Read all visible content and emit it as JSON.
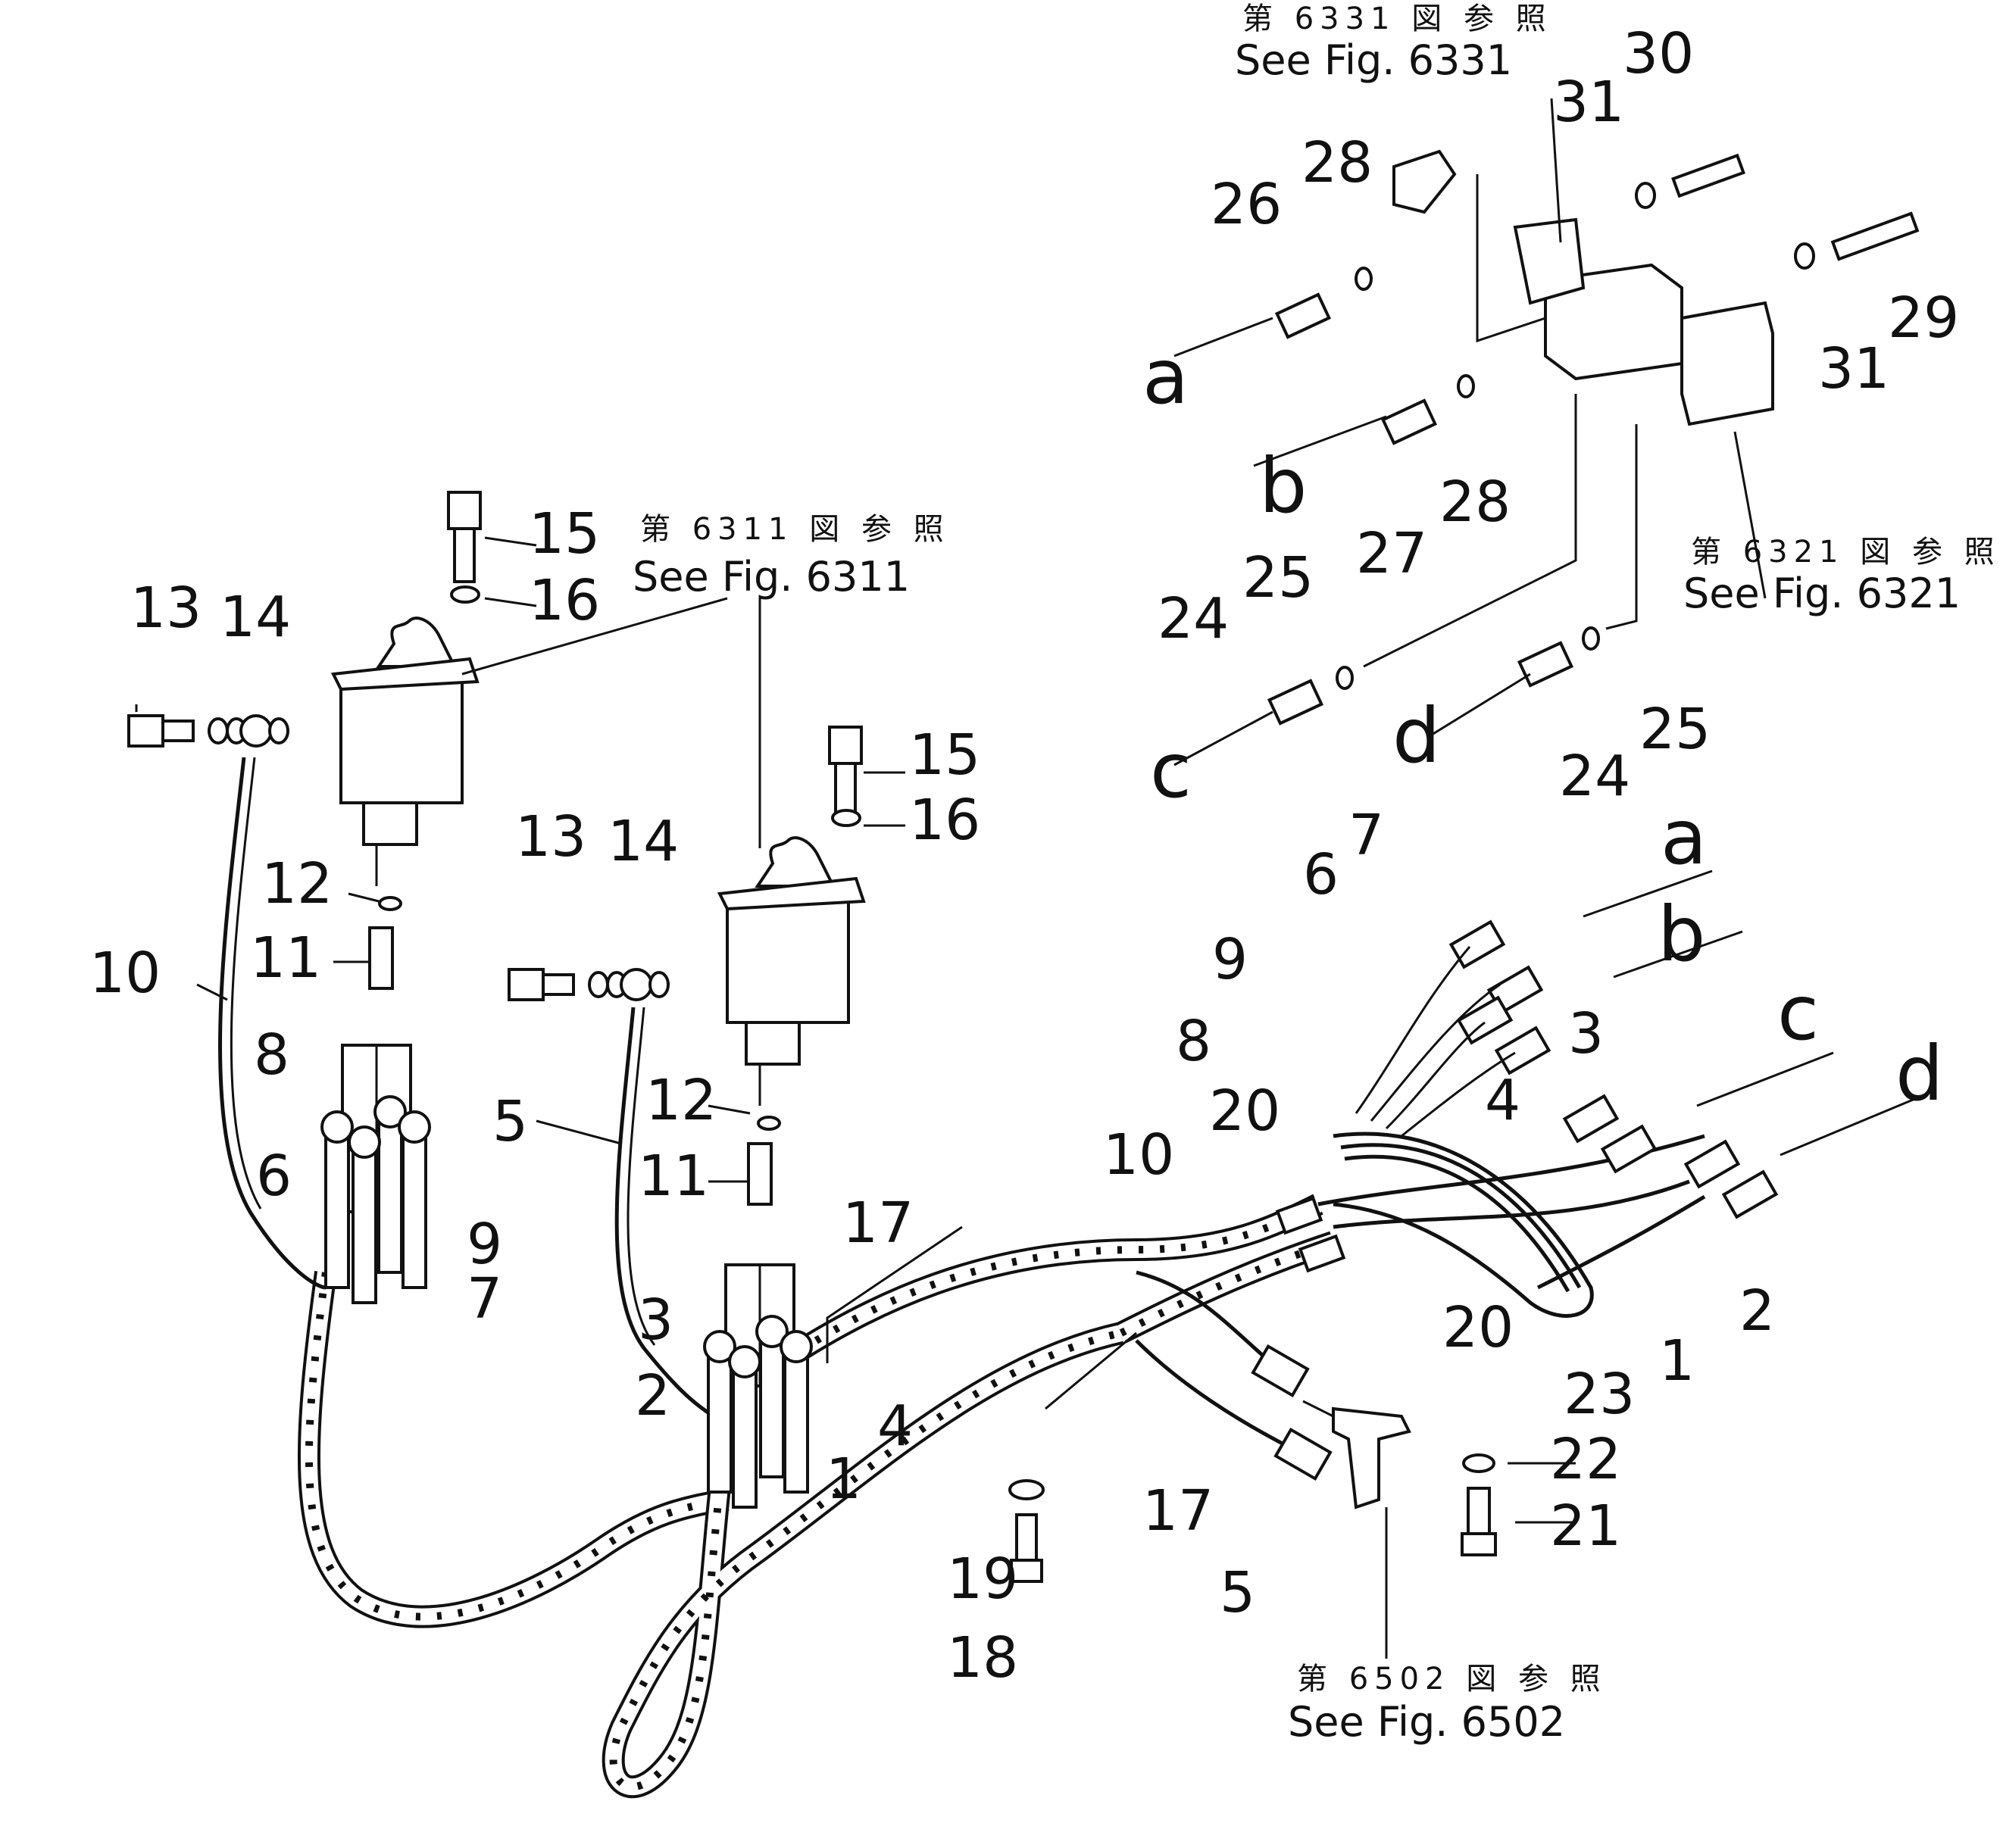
{
  "figure_refs": [
    {
      "id": "ref-6331",
      "jp": "第 6331 図 参 照",
      "en": "See Fig. 6331"
    },
    {
      "id": "ref-6311",
      "jp": "第 6311 図 参 照",
      "en": "See Fig. 6311"
    },
    {
      "id": "ref-6321",
      "jp": "第 6321 図 参 照",
      "en": "See Fig. 6321"
    },
    {
      "id": "ref-6502",
      "jp": "第 6502 図 参 照",
      "en": "See Fig. 6502"
    }
  ],
  "connection_letters": [
    "a",
    "b",
    "c",
    "d"
  ],
  "callouts": {
    "n1": "1",
    "n2": "2",
    "n3": "3",
    "n4": "4",
    "n5": "5",
    "n6": "6",
    "n7": "7",
    "n8": "8",
    "n9": "9",
    "n10": "10",
    "n11": "11",
    "n12": "12",
    "n13": "13",
    "n14": "14",
    "n15": "15",
    "n16": "16",
    "n17": "17",
    "n18": "18",
    "n19": "19",
    "n20": "20",
    "n21": "21",
    "n22": "22",
    "n23": "23",
    "n24": "24",
    "n25": "25",
    "n26": "26",
    "n27": "27",
    "n28": "28",
    "n29": "29",
    "n30": "30",
    "n31": "31"
  },
  "colors": {
    "ink": "#111111",
    "paper": "#ffffff"
  }
}
